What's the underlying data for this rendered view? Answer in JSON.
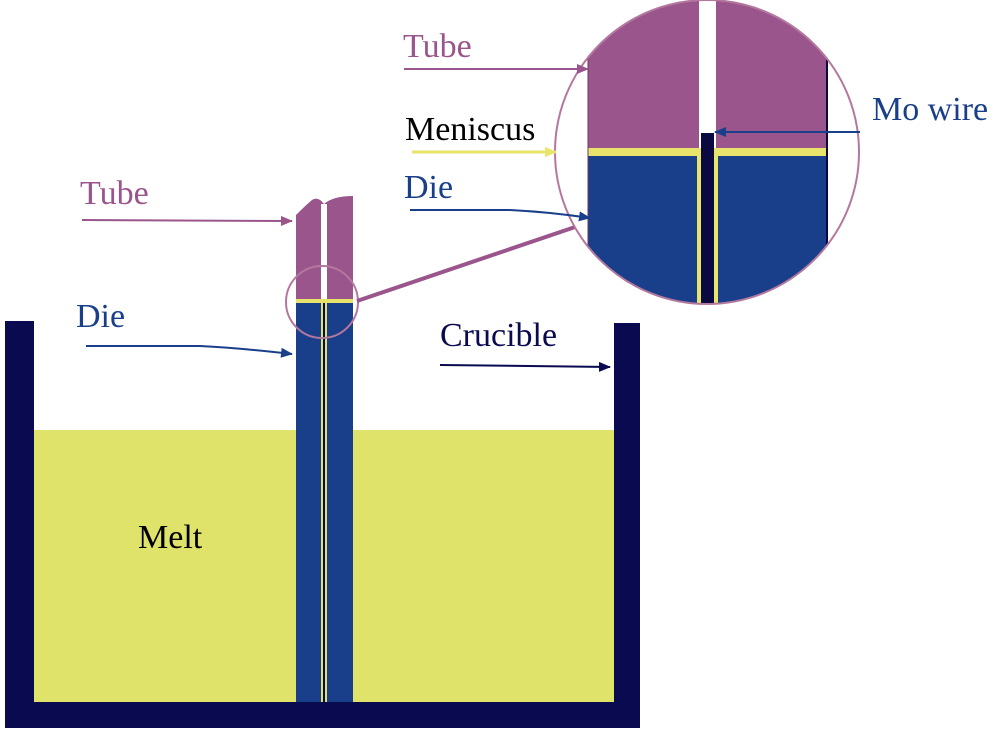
{
  "labels": {
    "tube_main": "Tube",
    "die_main": "Die",
    "crucible": "Crucible",
    "melt": "Melt",
    "tube_inset": "Tube",
    "meniscus": "Meniscus",
    "die_inset": "Die",
    "mo_wire": "Mo wire"
  },
  "colors": {
    "crucible": "#0a0a50",
    "melt": "#dfe36a",
    "die": "#1a3f8a",
    "tube": "#9a558c",
    "meniscus": "#e8e36a",
    "wire": "#0a0a40",
    "label_tube": "#9a558c",
    "label_die": "#1a3f8a",
    "label_crucible": "#0a0a50",
    "label_melt": "#000000",
    "label_meniscus": "#000000",
    "label_mo_wire": "#1a3f8a",
    "inset_circle": "#b4789f"
  }
}
